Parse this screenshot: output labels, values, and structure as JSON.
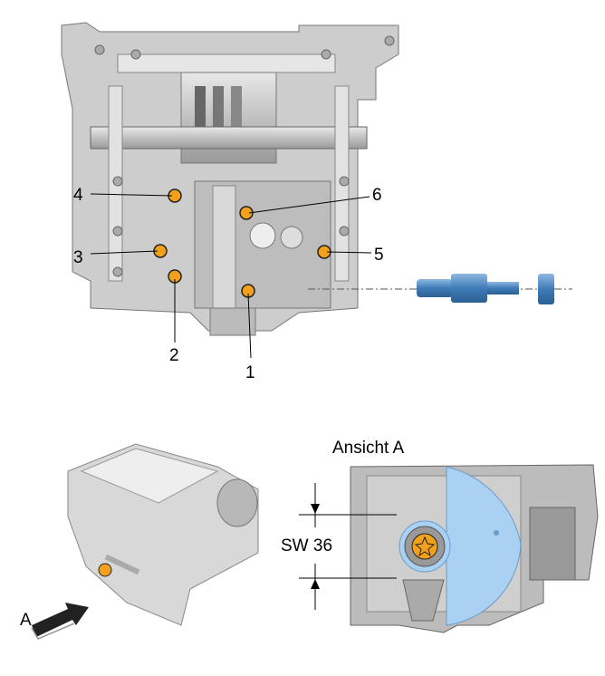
{
  "callouts": {
    "c1": "1",
    "c2": "2",
    "c3": "3",
    "c4": "4",
    "c5": "5",
    "c6": "6"
  },
  "view": {
    "title": "Ansicht A",
    "wrench_size": "SW 36",
    "arrow_label": "A"
  },
  "colors": {
    "bolt": "#f2a11c",
    "highlight": "#aad0f2",
    "part": "#c8c8c8",
    "actuator": "#4b86bf"
  }
}
